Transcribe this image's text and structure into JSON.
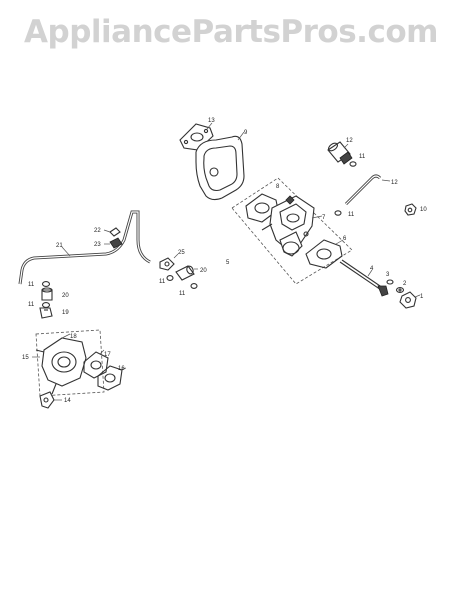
{
  "watermark": "AppliancePartsPros.com",
  "callouts": [
    {
      "id": "c1",
      "label": "1"
    },
    {
      "id": "c2",
      "label": "2"
    },
    {
      "id": "c3",
      "label": "3"
    },
    {
      "id": "c4",
      "label": "4"
    },
    {
      "id": "c5",
      "label": "5"
    },
    {
      "id": "c6",
      "label": "6"
    },
    {
      "id": "c7",
      "label": "7"
    },
    {
      "id": "c8",
      "label": "8"
    },
    {
      "id": "c9",
      "label": "9"
    },
    {
      "id": "c10",
      "label": "10"
    },
    {
      "id": "c11a",
      "label": "11"
    },
    {
      "id": "c11b",
      "label": "11"
    },
    {
      "id": "c11c",
      "label": "11"
    },
    {
      "id": "c11d",
      "label": "11"
    },
    {
      "id": "c11e",
      "label": "11"
    },
    {
      "id": "c11f",
      "label": "11"
    },
    {
      "id": "c12a",
      "label": "12"
    },
    {
      "id": "c12b",
      "label": "12"
    },
    {
      "id": "c13",
      "label": "13"
    },
    {
      "id": "c14",
      "label": "14"
    },
    {
      "id": "c15",
      "label": "15"
    },
    {
      "id": "c16",
      "label": "16"
    },
    {
      "id": "c17",
      "label": "17"
    },
    {
      "id": "c18",
      "label": "18"
    },
    {
      "id": "c19",
      "label": "19"
    },
    {
      "id": "c20a",
      "label": "20"
    },
    {
      "id": "c20b",
      "label": "20"
    },
    {
      "id": "c21",
      "label": "21"
    },
    {
      "id": "c22",
      "label": "22"
    },
    {
      "id": "c23",
      "label": "23"
    },
    {
      "id": "c25",
      "label": "25"
    }
  ]
}
